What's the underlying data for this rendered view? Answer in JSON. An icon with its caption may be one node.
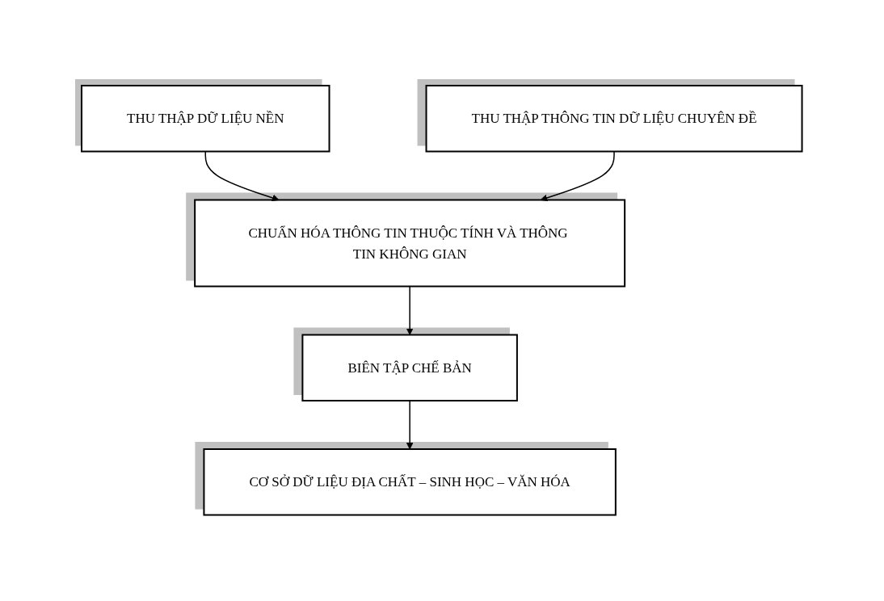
{
  "diagram": {
    "nodes": [
      {
        "text": [
          "THU THẬP DỮ LIỆU NỀN"
        ]
      },
      {
        "text": [
          "THU THẬP THÔNG TIN DỮ LIỆU CHUYÊN ĐỀ"
        ]
      },
      {
        "text": [
          "CHUẨN HÓA THÔNG TIN THUỘC TÍNH VÀ THÔNG TIN KHÔNG GIAN"
        ]
      },
      {
        "text": [
          "BIÊN TẬP CHẾ BẢN"
        ]
      },
      {
        "text": [
          "CƠ SỞ DỮ LIỆU ĐỊA CHẤT – SINH HỌC – VĂN HÓA"
        ]
      }
    ],
    "edges": [
      {
        "from": 0,
        "to": 2,
        "arrow": "to"
      },
      {
        "from": 1,
        "to": 2,
        "arrow": "to"
      },
      {
        "from": 2,
        "to": 3,
        "arrow": "to"
      },
      {
        "from": 3,
        "to": 4,
        "arrow": "to"
      }
    ]
  }
}
